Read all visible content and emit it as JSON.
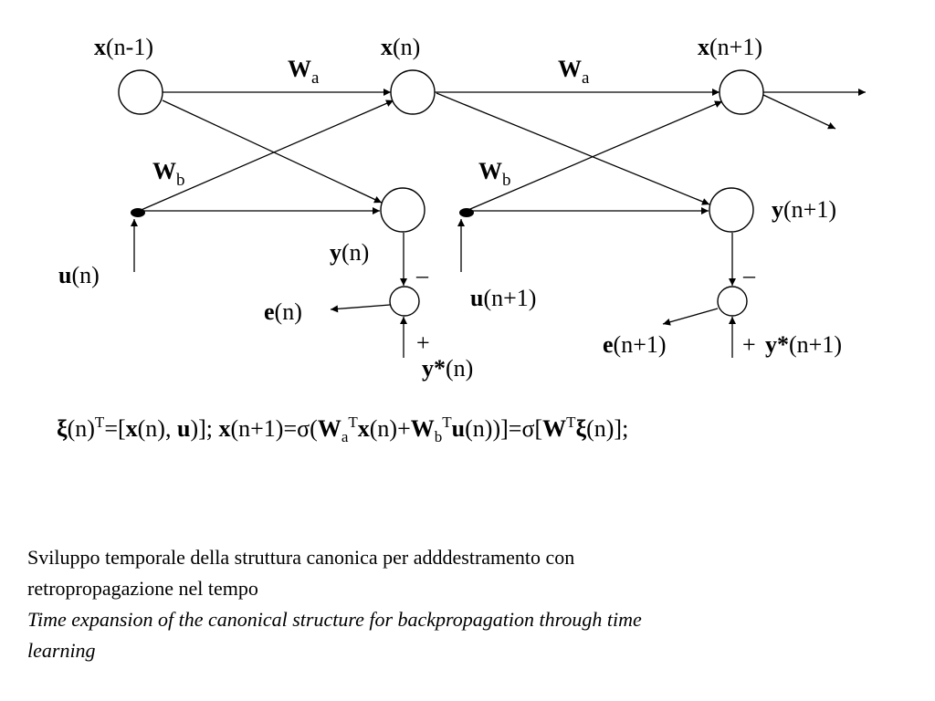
{
  "labels": {
    "x_prev": {
      "bold": "x",
      "rest": "(n-1)"
    },
    "x_curr": {
      "bold": "x",
      "rest": "(n)"
    },
    "x_next": {
      "bold": "x",
      "rest": "(n+1)"
    },
    "wa_main": "W",
    "wa_sub": "a",
    "wb_main": "W",
    "wb_sub": "b",
    "y_curr": {
      "bold": "y",
      "rest": "(n)"
    },
    "y_next": {
      "bold": "y",
      "rest": "(n+1)"
    },
    "u_curr": {
      "bold": "u",
      "rest": "(n)"
    },
    "u_next": {
      "bold": "u",
      "rest": "(n+1)"
    },
    "e_curr": {
      "bold": "e",
      "rest": "(n)"
    },
    "e_next": {
      "bold": "e",
      "rest": "(n+1)"
    },
    "ystar_curr": {
      "bold": "y*",
      "rest": "(n)"
    },
    "ystar_next": {
      "bold": "y*",
      "rest": "(n+1)"
    },
    "plus": "+",
    "minus": "–"
  },
  "equation": {
    "xi": "ξ",
    "n": "(n)",
    "T": "T",
    "eq_open": "=[",
    "x": "x",
    "comma": ", ",
    "u": "u",
    "close_semi": ")]; ",
    "x_next_rest": "(n+1)=",
    "sigma": "σ",
    "open_paren": "(",
    "W": "W",
    "a": "a",
    "b": "b",
    "plus": "+",
    "close": ")]=",
    "open_bracket": "[",
    "end": "(n)];"
  },
  "caption": {
    "it_line1": "Sviluppo temporale della struttura canonica per adddestramento con",
    "it_line2": "retropropagazione nel tempo",
    "en_line1": "Time expansion of the canonical structure for backpropagation through time",
    "en_line2": "learning"
  }
}
